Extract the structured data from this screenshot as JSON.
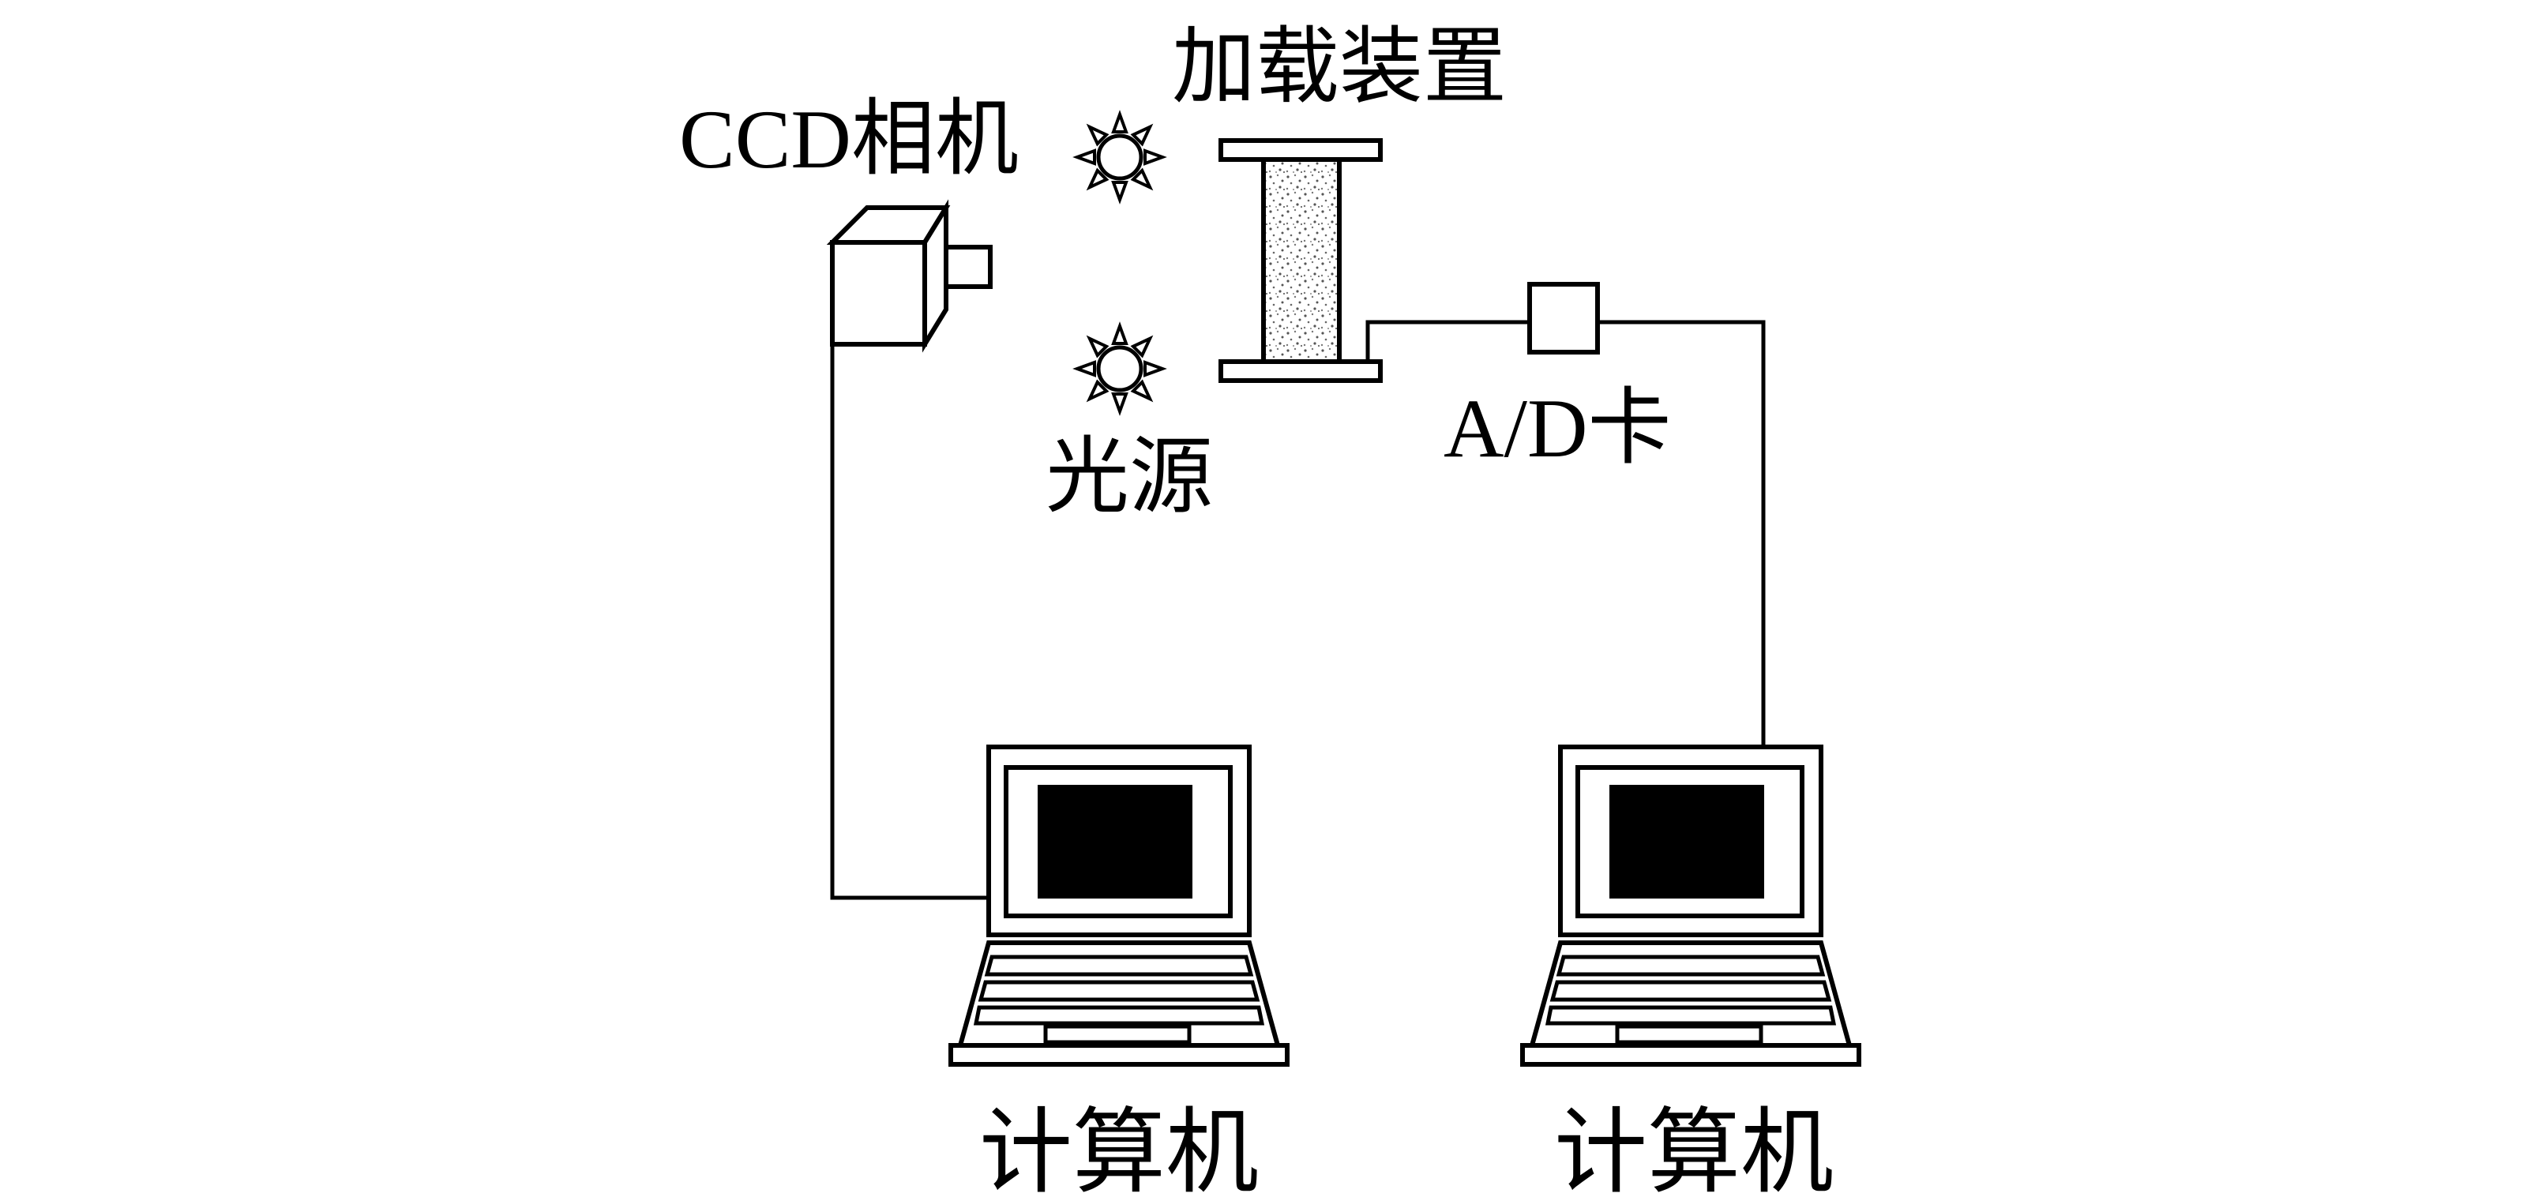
{
  "labels": {
    "loading_device": "加载装置",
    "ccd_camera": "CCD相机",
    "light_source": "光源",
    "ad_card": "A/D卡",
    "computer_left": "计算机",
    "computer_right": "计算机"
  },
  "colors": {
    "stroke": "#000000",
    "background": "#ffffff",
    "screen": "#000000",
    "specimen_speckle": "#555555"
  }
}
